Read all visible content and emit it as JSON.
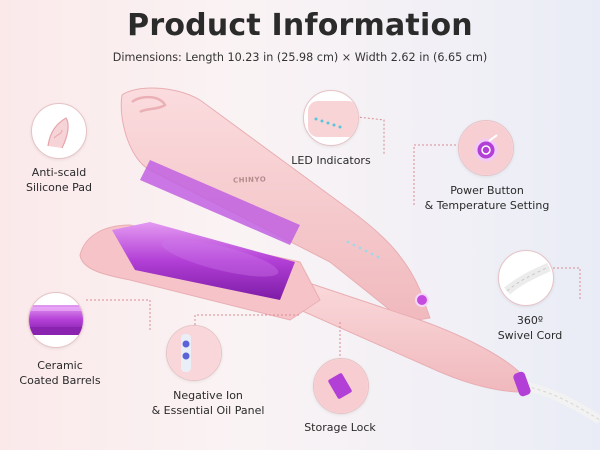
{
  "title": "Product Information",
  "dimensions": "Dimensions: Length 10.23 in (25.98 cm) × Width 2.62 in (6.65 cm)",
  "brand": "CHINYO",
  "features": {
    "anti_scald": [
      "Anti-scald",
      "Silicone Pad"
    ],
    "led": [
      "LED Indicators"
    ],
    "power": [
      "Power Button",
      "& Temperature Setting"
    ],
    "cord": [
      "360º",
      "Swivel Cord"
    ],
    "ceramic": [
      "Ceramic",
      "Coated Barrels"
    ],
    "ion": [
      "Negative Ion",
      "& Essential Oil Panel"
    ],
    "lock": [
      "Storage Lock"
    ]
  },
  "colors": {
    "body_pink": "#f7cdd0",
    "barrel_purple": "#b23fd6",
    "callout_line": "#d98b93"
  },
  "icons": [
    "silicone-pad-icon",
    "led-indicator-icon",
    "power-button-icon",
    "swivel-cord-icon",
    "ceramic-barrel-icon",
    "ion-panel-icon",
    "storage-lock-icon"
  ]
}
